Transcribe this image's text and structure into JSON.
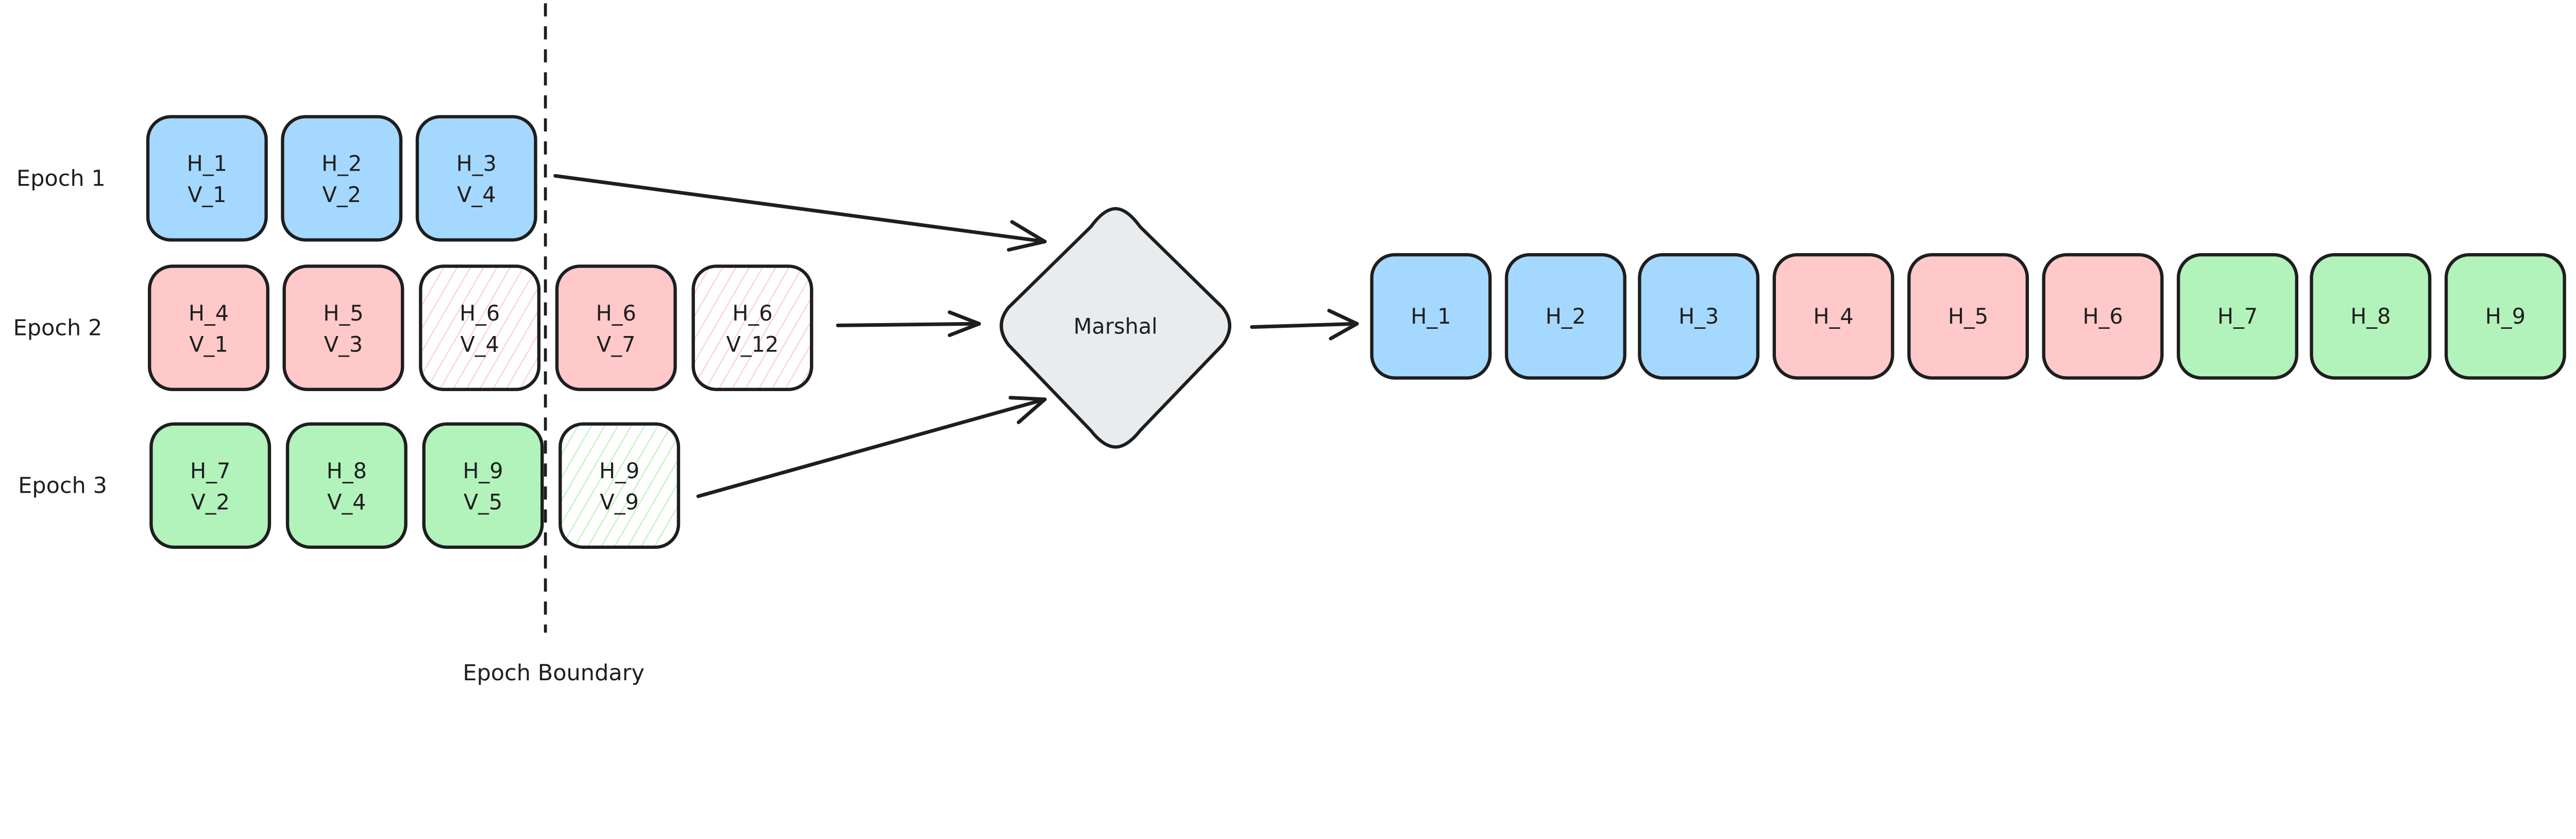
{
  "colors": {
    "epoch1": "#a5d8ff",
    "epoch2": "#ffc9c9",
    "epoch3": "#b2f2bb",
    "marshal": "#e9ecef",
    "stroke": "#1e1e1e"
  },
  "epochs": [
    {
      "label": "Epoch 1",
      "color": "#a5d8ff",
      "blocks": [
        {
          "h": "H_1",
          "v": "V_1",
          "hatched": false
        },
        {
          "h": "H_2",
          "v": "V_2",
          "hatched": false
        },
        {
          "h": "H_3",
          "v": "V_4",
          "hatched": false
        }
      ]
    },
    {
      "label": "Epoch 2",
      "color": "#ffc9c9",
      "blocks": [
        {
          "h": "H_4",
          "v": "V_1",
          "hatched": false
        },
        {
          "h": "H_5",
          "v": "V_3",
          "hatched": false
        },
        {
          "h": "H_6",
          "v": "V_4",
          "hatched": true
        },
        {
          "h": "H_6",
          "v": "V_7",
          "hatched": false
        },
        {
          "h": "H_6",
          "v": "V_12",
          "hatched": true
        }
      ]
    },
    {
      "label": "Epoch 3",
      "color": "#b2f2bb",
      "blocks": [
        {
          "h": "H_7",
          "v": "V_2",
          "hatched": false
        },
        {
          "h": "H_8",
          "v": "V_4",
          "hatched": false
        },
        {
          "h": "H_9",
          "v": "V_5",
          "hatched": false
        },
        {
          "h": "H_9",
          "v": "V_9",
          "hatched": true
        }
      ]
    }
  ],
  "boundary_label": "Epoch Boundary",
  "marshal_label": "Marshal",
  "output": [
    {
      "h": "H_1",
      "color": "#a5d8ff"
    },
    {
      "h": "H_2",
      "color": "#a5d8ff"
    },
    {
      "h": "H_3",
      "color": "#a5d8ff"
    },
    {
      "h": "H_4",
      "color": "#ffc9c9"
    },
    {
      "h": "H_5",
      "color": "#ffc9c9"
    },
    {
      "h": "H_6",
      "color": "#ffc9c9"
    },
    {
      "h": "H_7",
      "color": "#b2f2bb"
    },
    {
      "h": "H_8",
      "color": "#b2f2bb"
    },
    {
      "h": "H_9",
      "color": "#b2f2bb"
    }
  ]
}
